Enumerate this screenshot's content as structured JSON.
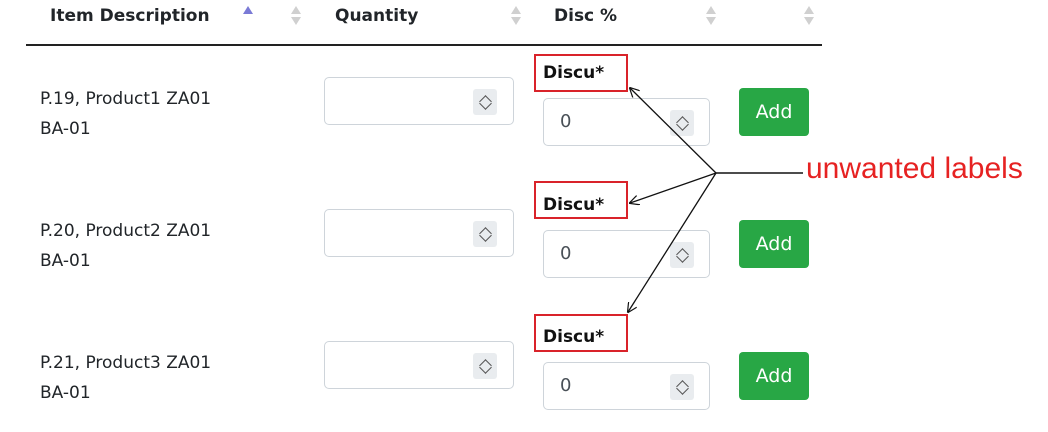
{
  "table": {
    "columns": [
      {
        "label": "Item Description",
        "sort": "asc"
      },
      {
        "label": "Quantity",
        "sort": "none"
      },
      {
        "label": "Disc %",
        "sort": "none"
      },
      {
        "label": "",
        "sort": "none"
      }
    ],
    "rows": [
      {
        "description_line1": "P.19, Product1 ZA01",
        "description_line2": "BA-01",
        "quantity": "",
        "disc_label": "Discu*",
        "disc_value": "0",
        "add_label": "Add"
      },
      {
        "description_line1": "P.20, Product2 ZA01",
        "description_line2": "BA-01",
        "quantity": "",
        "disc_label": "Discu*",
        "disc_value": "0",
        "add_label": "Add"
      },
      {
        "description_line1": "P.21, Product3 ZA01",
        "description_line2": "BA-01",
        "quantity": "",
        "disc_label": "Discu*",
        "disc_value": "0",
        "add_label": "Add"
      }
    ]
  },
  "annotation": {
    "text": "unwanted labels",
    "color": "#e62222"
  },
  "colors": {
    "add_button": "#28a745",
    "highlight_box": "#d9232a",
    "sort_active": "#7a7ad6"
  }
}
